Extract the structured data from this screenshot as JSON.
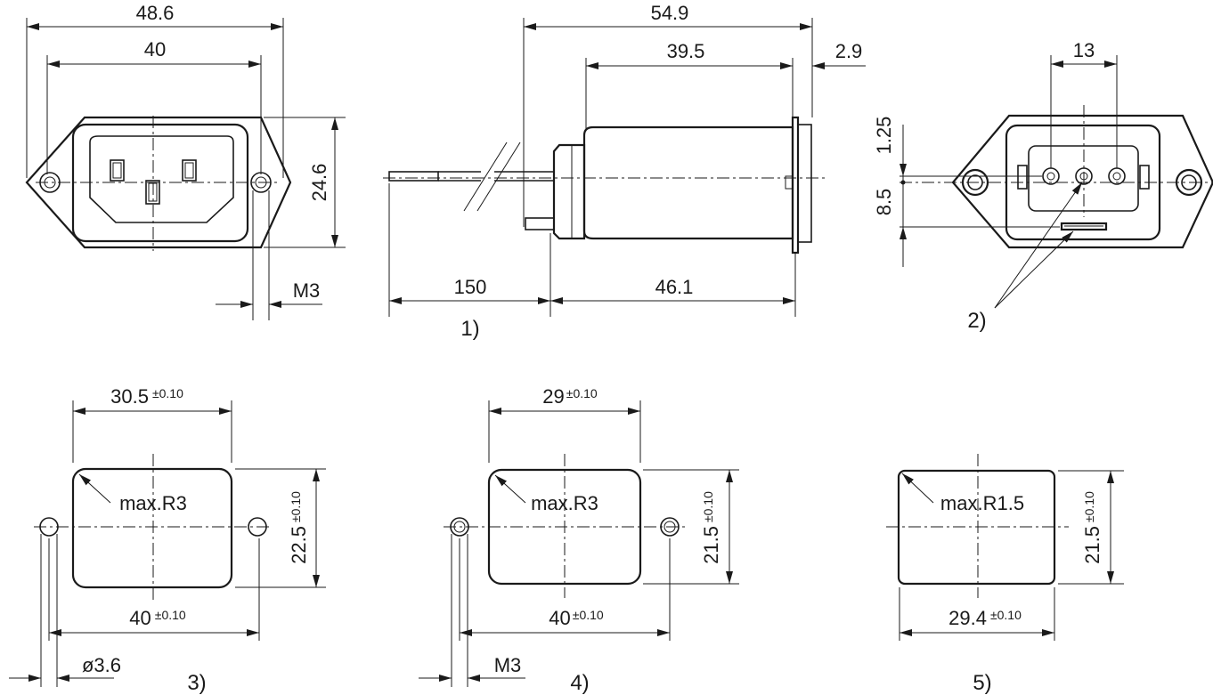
{
  "dimensions": {
    "front_width_outer": "48.6",
    "front_width_inner": "40",
    "front_height": "24.6",
    "front_thread": "M3",
    "side_total_length": "54.9",
    "side_body_length": "39.5",
    "side_flange": "2.9",
    "side_lead_length": "150",
    "side_depth": "46.1",
    "rear_pin_spacing": "13",
    "rear_offset_small": "1.25",
    "rear_offset_large": "8.5"
  },
  "cutouts": {
    "c3_width": "30.5",
    "c3_width_tol": "±0.10",
    "c3_height": "22.5",
    "c3_height_tol": "±0.10",
    "c3_hole_spacing": "40",
    "c3_hole_spacing_tol": "±0.10",
    "c3_hole_dia": "ø3.6",
    "c3_radius": "max.R3",
    "c4_width": "29",
    "c4_width_tol": "±0.10",
    "c4_height": "21.5",
    "c4_height_tol": "±0.10",
    "c4_hole_spacing": "40",
    "c4_hole_spacing_tol": "±0.10",
    "c4_thread": "M3",
    "c4_radius": "max.R3",
    "c5_width": "29.4",
    "c5_width_tol": "±0.10",
    "c5_height": "21.5",
    "c5_height_tol": "±0.10",
    "c5_radius": "max.R1.5"
  },
  "notes": {
    "n1": "1)",
    "n2": "2)",
    "n3": "3)",
    "n4": "4)",
    "n5": "5)"
  }
}
